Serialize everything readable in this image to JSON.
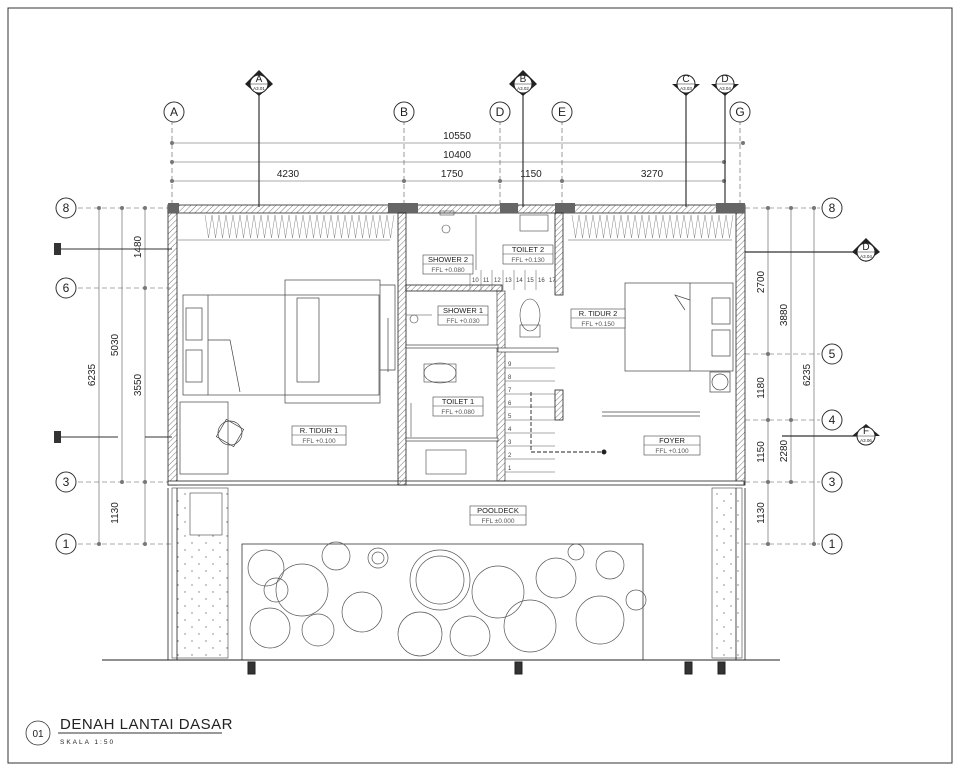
{
  "title": {
    "number": "01",
    "name": "DENAH LANTAI DASAR",
    "scale": "SKALA 1:50"
  },
  "dimensions": {
    "overall_1": "10550",
    "overall_2": "10400",
    "segment_1": "4230",
    "segment_2": "1750",
    "segment_3": "1150",
    "segment_4": "3270",
    "left_total": "6235",
    "left_sub": "5030",
    "left_1480": "1480",
    "left_3550": "3550",
    "left_1130": "1130",
    "right_2700": "2700",
    "right_3880": "3880",
    "right_6235": "6235",
    "right_1180": "1180",
    "right_1150": "1150",
    "right_2280": "2280",
    "right_1130": "1130"
  },
  "grid_top": [
    "A",
    "B",
    "D",
    "E",
    "G"
  ],
  "grid_left": [
    "8",
    "6",
    "3",
    "1"
  ],
  "grid_right": [
    "8",
    "5",
    "4",
    "3",
    "1"
  ],
  "section_markers": {
    "top": [
      {
        "label": "A",
        "sheet": "A3.01"
      },
      {
        "label": "B",
        "sheet": "A3.02"
      },
      {
        "label": "C",
        "sheet": "A3.03"
      },
      {
        "label": "D",
        "sheet": "A3.04"
      }
    ],
    "right": [
      {
        "label": "D",
        "sheet": "A3.04"
      },
      {
        "label": "F",
        "sheet": "A3.06"
      }
    ]
  },
  "rooms": {
    "tidur1": {
      "name": "R. TIDUR 1",
      "ffl": "FFL +0.100"
    },
    "tidur2": {
      "name": "R. TIDUR 2",
      "ffl": "FFL +0.150"
    },
    "shower1": {
      "name": "SHOWER 1",
      "ffl": "FFL +0.030"
    },
    "shower2": {
      "name": "SHOWER 2",
      "ffl": "FFL +0.080"
    },
    "toilet1": {
      "name": "TOILET 1",
      "ffl": "FFL +0.080"
    },
    "toilet2": {
      "name": "TOILET 2",
      "ffl": "FFL +0.130"
    },
    "foyer": {
      "name": "FOYER",
      "ffl": "FFL +0.100"
    },
    "pooldeck": {
      "name": "POOLDECK",
      "ffl": "FFL ±0.000"
    }
  },
  "stair_numbers": [
    "1",
    "2",
    "3",
    "4",
    "5",
    "6",
    "7",
    "8",
    "9",
    "10",
    "11",
    "12",
    "13",
    "14",
    "15",
    "16",
    "17"
  ]
}
